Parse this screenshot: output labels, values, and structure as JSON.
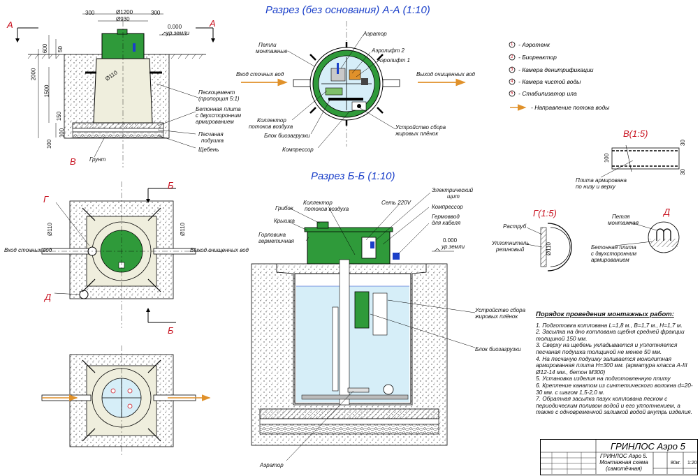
{
  "titles": {
    "section_aa": "Разрез (без основания) А-А (1:10)",
    "section_bb": "Разрез Б-Б (1:10)",
    "detail_v": "В(1:5)",
    "detail_g": "Г(1:5)",
    "detail_d": "Д"
  },
  "section_letters": {
    "a_left": "А",
    "a_right": "А",
    "b_top": "Б",
    "b_bottom": "Б",
    "g": "Г",
    "d": "Д",
    "v": "В"
  },
  "dims": {
    "d1200": "Ø1200",
    "d930": "Ø930",
    "d110": "Ø110",
    "d110b": "Ø110",
    "d110c": "Ø110",
    "d110d": "Ø110",
    "w300a": "300",
    "w300b": "300",
    "h2000": "2000",
    "h600": "600",
    "h50": "50",
    "h1500": "1500",
    "h150": "150",
    "h100": "100",
    "h100b": "100",
    "lvl1": "0.000",
    "lvl1_sub": "ур.земли",
    "lvl2": "0.000",
    "lvl2_sub": "ур.земли",
    "v30a": "30",
    "v100": "100",
    "v30b": "30"
  },
  "left_labels": {
    "pesok": "Пескоцемент",
    "pesok2": "(пропорция 5:1)",
    "plita": "Бетонная плита",
    "plita2": "с двухсторонним",
    "plita3": "армированием",
    "podushka": "Песчаная",
    "podushka2": "подушка",
    "scheben": "Щебень",
    "grunt": "Грунт",
    "vhod": "Вход сточных вод",
    "vyhod": "Выход очищенных вод"
  },
  "aa_labels": {
    "petli": "Петли",
    "petli2": "монтажные",
    "aerator": "Аэратор",
    "aerolift2": "Аэролифт 2",
    "aerolift1": "Аэролифт 1",
    "vhod": "Вход сточных вод",
    "vyhod": "Выход очищенных вод",
    "kollektor": "Коллектор",
    "kollektor2": "потоков воздуха",
    "biozag": "Блок биозагрузки",
    "ustr": "Устройство сбора",
    "ustr2": "жировых плёнок",
    "kompressor": "Компрессор"
  },
  "legend": [
    {
      "num": "1",
      "text": "- Аэротенк"
    },
    {
      "num": "2",
      "text": "- Биореактор"
    },
    {
      "num": "3",
      "text": "- Камера денитрификации"
    },
    {
      "num": "4",
      "text": "- Камера чистой воды"
    },
    {
      "num": "5",
      "text": "- Стабилизатор ила"
    }
  ],
  "legend_flow": "- Направление потока воды",
  "bb_labels": {
    "kollektor": "Коллектор",
    "kollektor2": "потоков воздуха",
    "set": "Сеть 220V",
    "shchit": "Электрический",
    "shchit2": "щит",
    "kompressor": "Компрессор",
    "germo": "Гермоввод",
    "germo2": "для кабеля",
    "gribok": "Грибок",
    "kryshka": "Крышка",
    "gorlovina": "Горловина",
    "gorlovina2": "герметичная",
    "ustr": "Устройство сбора",
    "ustr2": "жировых плёнок",
    "biozag": "Блок биозагрузки",
    "aerator": "Аэратор"
  },
  "detail_labels": {
    "plita_arm": "Плита армирована",
    "plita_arm2": "по низу и верху",
    "rastrub": "Раструб",
    "uplot": "Уплотнитель",
    "uplot2": "резиновый",
    "petlya": "Петля",
    "petlya2": "монтажная",
    "bet": "Бетонная плита",
    "bet2": "с двухсторонним",
    "bet3": "армированием"
  },
  "notes": {
    "heading": "Порядок проведения монтажных работ:",
    "items": [
      "1. Подготовка котлована L=1,8 м., B=1,7 м., H=1,7 м.",
      "2. Засыпка на дно котлована щебня средней фракции толщиной 150 мм.",
      "3. Сверху на щебень укладывается и уплотняется песчаная подушка толщиной не менее 50 мм.",
      "4. На песчаную подушку заливается монолитная армированная плита H=300 мм. (арматура класса А-III Ø12-14 мм., бетон М300)",
      "5. Установка изделия на подготовленную плиту",
      "6. Крепление канатом из синтетического волокна d=20-30 мм. с шагом 1,5-2,0 м.",
      "7. Обратная засыпка пазух котлована песком с периодическим поливом водой и его уплотнением, а также с одновременной заливкой водой внутрь изделия."
    ]
  },
  "title_block": {
    "name": "ГРИНЛОС Аэро 5",
    "desc": "ГРИНЛОС Аэро 5. Монтажная схема (самотёчная)",
    "mass": "80кг.",
    "scale": "1:20"
  },
  "colors": {
    "green": "#2f9a3a",
    "blue": "#1a3fc9",
    "red": "#c8101e",
    "water": "#d6eef8",
    "orange": "#e0912a"
  }
}
